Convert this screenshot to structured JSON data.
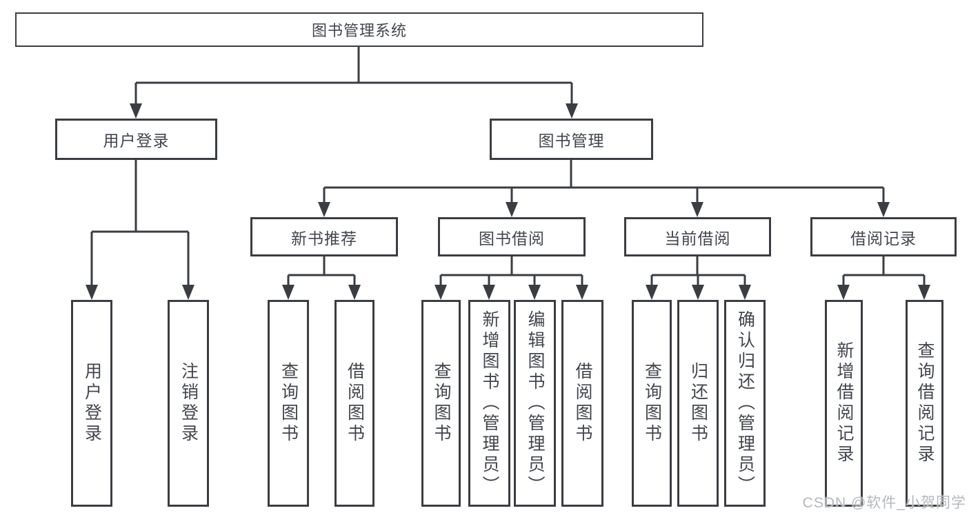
{
  "diagram": {
    "root": {
      "label": "图书管理系统",
      "children": [
        {
          "label": "用户登录",
          "children": [
            {
              "label": "用户登录"
            },
            {
              "label": "注销登录"
            }
          ]
        },
        {
          "label": "图书管理",
          "children": [
            {
              "label": "新书推荐",
              "children": [
                {
                  "label": "查询图书"
                },
                {
                  "label": "借阅图书"
                }
              ]
            },
            {
              "label": "图书借阅",
              "children": [
                {
                  "label": "查询图书"
                },
                {
                  "label": "新增图书（管理员）"
                },
                {
                  "label": "编辑图书（管理员）"
                },
                {
                  "label": "借阅图书"
                }
              ]
            },
            {
              "label": "当前借阅",
              "children": [
                {
                  "label": "查询图书"
                },
                {
                  "label": "归还图书"
                },
                {
                  "label": "确认归还（管理员）"
                }
              ]
            },
            {
              "label": "借阅记录",
              "children": [
                {
                  "label": "新增借阅记录"
                },
                {
                  "label": "查询借阅记录"
                }
              ]
            }
          ]
        }
      ]
    }
  },
  "watermark": "CSDN @软件_小贺同学",
  "colors": {
    "line": "#3a3d41",
    "text": "#42464c",
    "watermark": "#b4b8bd",
    "background": "#ffffff"
  }
}
